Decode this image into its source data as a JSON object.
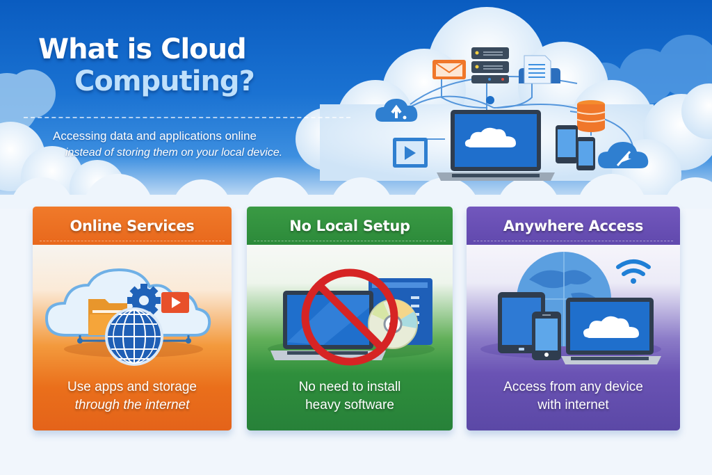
{
  "hero": {
    "title_line1_part1": "What is ",
    "title_line1_part2": "Cloud",
    "title_line2": "Computing?",
    "subtitle_line1": "Accessing data and applications online",
    "subtitle_line2": "instead of storing them on your local device.",
    "illustration": {
      "center": "laptop-with-cloud-icon",
      "nodes": [
        "upload-cloud-icon",
        "video-play-icon",
        "email-icon",
        "server-rack-icon",
        "document-icon",
        "database-icon",
        "smartphone-icon",
        "cursor-cloud-icon"
      ]
    }
  },
  "cards": [
    {
      "id": "online-services",
      "title": "Online Services",
      "desc_line1": "Use apps and storage",
      "desc_line2": "through the internet",
      "color": "#e8681c",
      "icons": [
        "cloud-icon",
        "folder-icon",
        "gear-icon",
        "video-play-icon",
        "globe-icon"
      ]
    },
    {
      "id": "no-local-setup",
      "title": "No Local Setup",
      "desc_line1": "No need to install",
      "desc_line2": "heavy software",
      "color": "#2c8a3a",
      "icons": [
        "laptop-icon",
        "prohibited-icon",
        "cd-disc-icon",
        "desktop-tower-icon"
      ]
    },
    {
      "id": "anywhere-access",
      "title": "Anywhere Access",
      "desc_line1": "Access from any device",
      "desc_line2": "with internet",
      "color": "#6149ad",
      "icons": [
        "globe-icon",
        "wifi-icon",
        "tablet-icon",
        "smartphone-icon",
        "laptop-cloud-icon"
      ]
    }
  ],
  "colors": {
    "sky_top": "#0a5cc0",
    "sky_mid": "#1a72d2",
    "page_bg": "#f1f6fc",
    "accent_orange": "#f0772a",
    "accent_blue": "#1e6fc8"
  }
}
